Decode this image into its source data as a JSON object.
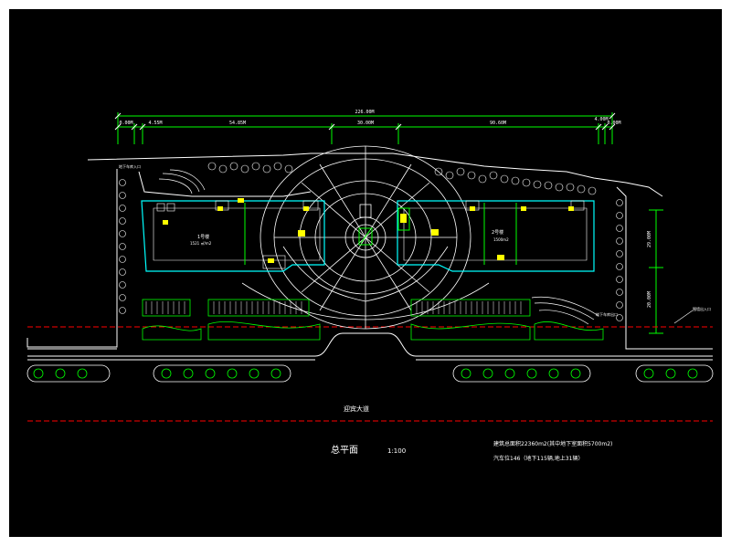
{
  "drawing": {
    "title": "总平面",
    "scale": "1:100",
    "road_name": "迎宾大道",
    "building_area_note": "建筑总面积22360m2(其中地下室面积5700m2)",
    "parking_note": "汽车位146（地下115辆,地上31辆）"
  },
  "dimensions": {
    "overall": "226.00M",
    "segments": [
      "0.00M",
      "4.55M",
      "54.85M",
      "30.00M",
      "90.60M",
      "4.00M",
      "0.00M"
    ],
    "right_upper": "29.00M",
    "right_lower": "20.00M"
  },
  "buildings": {
    "left_label": "1号楼",
    "left_area": "1521 ㎡/m2",
    "right_label": "2号楼",
    "right_area": "1500m2"
  },
  "annotations": {
    "left_entry": "地下车库入口",
    "right_entry": "地下车库出口",
    "right_gate": "围墙出入口"
  },
  "colors": {
    "background": "#000000",
    "building_outline": "#00ffff",
    "landscape": "#00ff00",
    "roads": "#ffffff",
    "dimension": "#00ff00",
    "property_line": "#ff0000",
    "highlight": "#ffff00"
  }
}
